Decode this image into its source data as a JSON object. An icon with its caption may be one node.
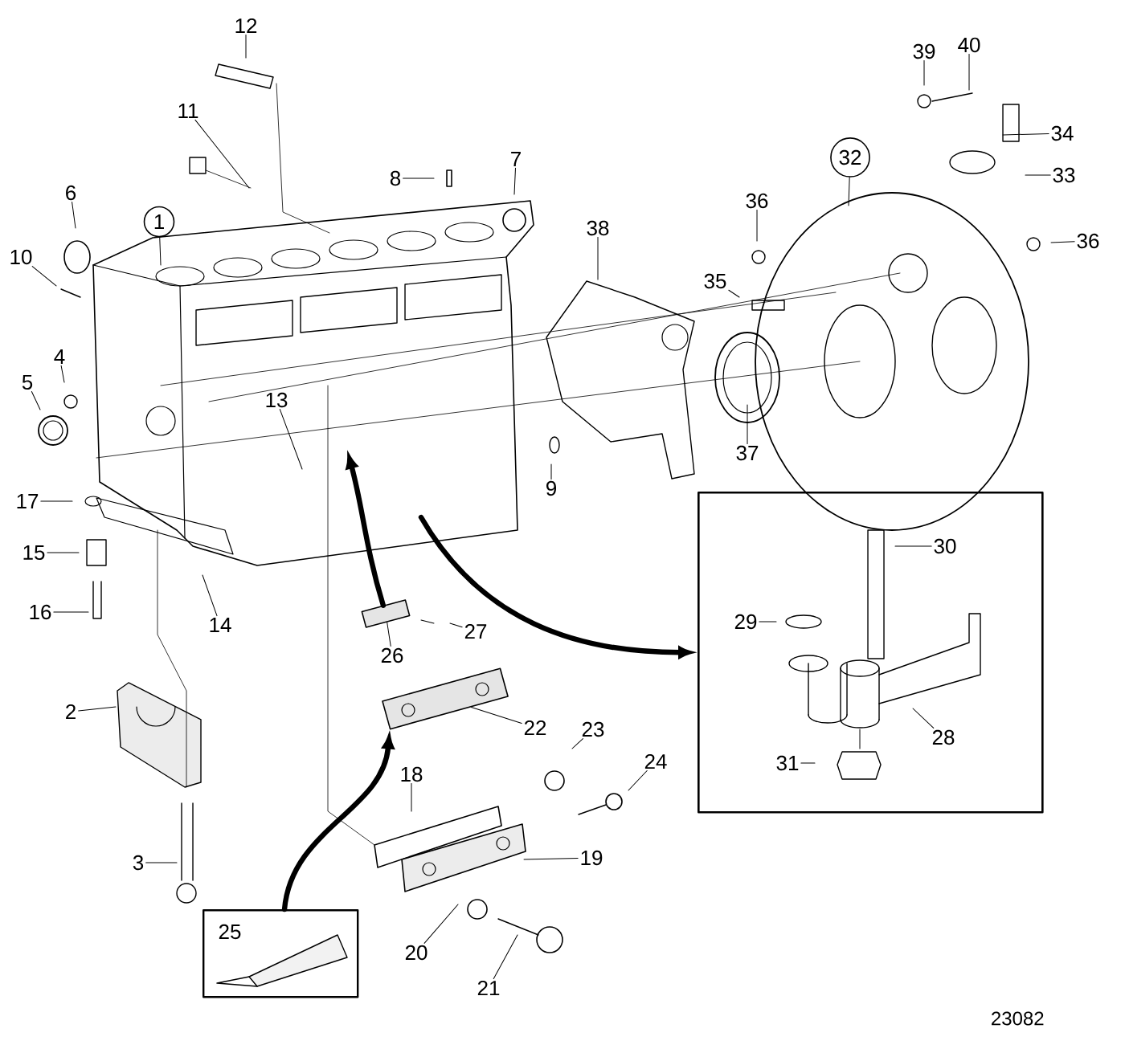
{
  "diagram": {
    "nodes": [
      {
        "text": [
          "1"
        ]
      },
      {
        "text": [
          "2"
        ]
      },
      {
        "text": [
          "3"
        ]
      },
      {
        "text": [
          "4"
        ]
      },
      {
        "text": [
          "5"
        ]
      },
      {
        "text": [
          "6"
        ]
      },
      {
        "text": [
          "7"
        ]
      },
      {
        "text": [
          "8"
        ]
      },
      {
        "text": [
          "9"
        ]
      },
      {
        "text": [
          "10"
        ]
      },
      {
        "text": [
          "11"
        ]
      },
      {
        "text": [
          "12"
        ]
      },
      {
        "text": [
          "13"
        ]
      },
      {
        "text": [
          "14"
        ]
      },
      {
        "text": [
          "15"
        ]
      },
      {
        "text": [
          "16"
        ]
      },
      {
        "text": [
          "17"
        ]
      },
      {
        "text": [
          "18"
        ]
      },
      {
        "text": [
          "19"
        ]
      },
      {
        "text": [
          "20"
        ]
      },
      {
        "text": [
          "21"
        ]
      },
      {
        "text": [
          "22"
        ]
      },
      {
        "text": [
          "23"
        ]
      },
      {
        "text": [
          "24"
        ]
      },
      {
        "text": [
          "25"
        ]
      },
      {
        "text": [
          "26"
        ]
      },
      {
        "text": [],
        "shape": "picture"
      },
      {
        "text": [
          "27"
        ]
      },
      {
        "text": [],
        "shape": "box"
      },
      {
        "text": [
          "28"
        ],
        "in": 28
      },
      {
        "text": [
          "29"
        ],
        "in": 28
      },
      {
        "text": [
          "30"
        ],
        "in": 28
      },
      {
        "text": [
          "31"
        ],
        "in": 28
      },
      {
        "text": [
          "32"
        ]
      },
      {
        "text": [
          "33"
        ]
      },
      {
        "text": [
          "34"
        ]
      },
      {
        "text": [
          "35"
        ]
      },
      {
        "text": [
          "36"
        ]
      },
      {
        "text": [
          "36"
        ]
      },
      {
        "text": [
          "37"
        ]
      },
      {
        "text": [
          "38"
        ]
      },
      {
        "text": [
          "39"
        ]
      },
      {
        "text": [
          "40"
        ]
      },
      {
        "text": [],
        "shape": "picture"
      }
    ],
    "edges": [
      {
        "from": 0,
        "to": null,
        "arrow": "none"
      },
      {
        "from": 1,
        "to": null,
        "arrow": "none"
      },
      {
        "from": 2,
        "to": null,
        "arrow": "none"
      },
      {
        "from": 3,
        "to": null,
        "arrow": "none"
      },
      {
        "from": 4,
        "to": null,
        "arrow": "none"
      },
      {
        "from": 5,
        "to": null,
        "arrow": "none"
      },
      {
        "from": 6,
        "to": null,
        "arrow": "none"
      },
      {
        "from": 7,
        "to": null,
        "arrow": "none"
      },
      {
        "from": 8,
        "to": null,
        "arrow": "none"
      },
      {
        "from": 9,
        "to": null,
        "arrow": "none"
      },
      {
        "from": 10,
        "to": null,
        "arrow": "none"
      },
      {
        "from": 11,
        "to": null,
        "arrow": "none"
      },
      {
        "from": 12,
        "to": null,
        "arrow": "none"
      },
      {
        "from": 13,
        "to": null,
        "arrow": "none"
      },
      {
        "from": 14,
        "to": null,
        "arrow": "none"
      },
      {
        "from": 15,
        "to": null,
        "arrow": "none"
      },
      {
        "from": 16,
        "to": null,
        "arrow": "none"
      },
      {
        "from": 17,
        "to": null,
        "arrow": "none"
      },
      {
        "from": 18,
        "to": null,
        "arrow": "none"
      },
      {
        "from": 19,
        "to": null,
        "arrow": "none"
      },
      {
        "from": 20,
        "to": null,
        "arrow": "none"
      },
      {
        "from": 21,
        "to": 43,
        "arrow": "none"
      },
      {
        "from": 22,
        "to": null,
        "arrow": "none"
      },
      {
        "from": 23,
        "to": null,
        "arrow": "none"
      },
      {
        "from": 27,
        "to": null,
        "arrow": "none"
      },
      {
        "from": 29,
        "to": null,
        "arrow": "none"
      },
      {
        "from": 30,
        "to": null,
        "arrow": "none"
      },
      {
        "from": 31,
        "to": null,
        "arrow": "none"
      },
      {
        "from": 32,
        "to": null,
        "arrow": "none"
      },
      {
        "from": 33,
        "to": null,
        "arrow": "none"
      },
      {
        "from": 34,
        "to": null,
        "arrow": "none"
      },
      {
        "from": 35,
        "to": null,
        "arrow": "none"
      },
      {
        "from": 36,
        "to": null,
        "arrow": "none"
      },
      {
        "from": 37,
        "to": null,
        "arrow": "none"
      },
      {
        "from": 38,
        "to": null,
        "arrow": "none"
      },
      {
        "from": 39,
        "to": null,
        "arrow": "none"
      },
      {
        "from": 40,
        "to": null,
        "arrow": "none"
      },
      {
        "from": 41,
        "to": null,
        "arrow": "none"
      },
      {
        "from": 42,
        "to": null,
        "arrow": "none"
      },
      {
        "from": 25,
        "to": 26,
        "arrow": "none"
      },
      {
        "from": 26,
        "to": null,
        "arrow": "to",
        "style": "thick"
      },
      {
        "from": null,
        "to": 28,
        "arrow": "to",
        "style": "thick"
      },
      {
        "from": 24,
        "to": 43,
        "arrow": "to",
        "style": "thick"
      }
    ],
    "labels": [
      "23082"
    ]
  }
}
